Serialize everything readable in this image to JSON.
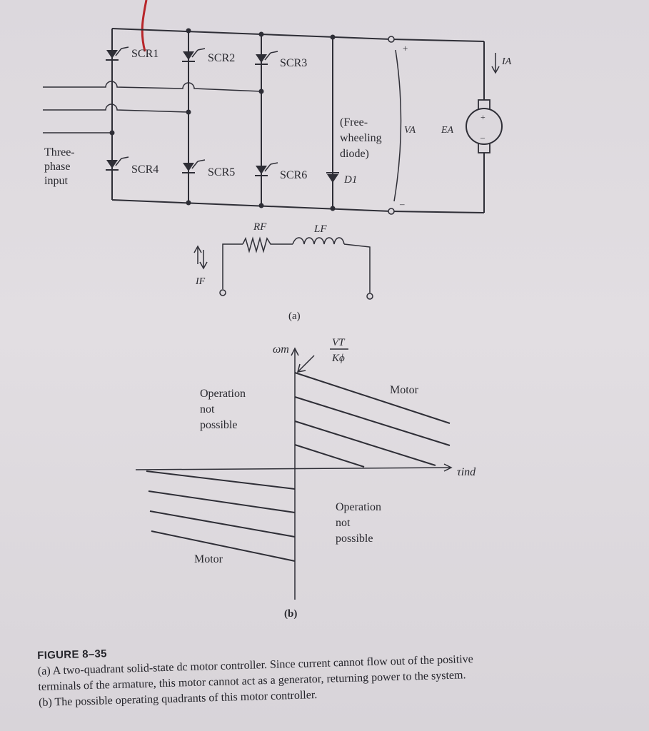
{
  "circuit": {
    "scr_labels": [
      "SCR1",
      "SCR2",
      "SCR3",
      "SCR4",
      "SCR5",
      "SCR6"
    ],
    "input_label": [
      "Three-",
      "phase",
      "input"
    ],
    "freewheel_label": [
      "(Free-",
      "wheeling",
      "diode)"
    ],
    "diode_label": "D1",
    "armature_voltage": "VA",
    "emf": "EA",
    "armature_current": "IA",
    "plus": "+",
    "minus": "–",
    "field_resistor": "RF",
    "field_inductor": "LF",
    "field_current": "IF",
    "part_label": "(a)"
  },
  "quadrant_plot": {
    "y_axis_label": "ωm",
    "x_axis_label": "τind",
    "intercept_label_num": "VT",
    "intercept_label_den": "Kϕ",
    "q1_label": "Motor",
    "q3_label": "Motor",
    "q2_label": [
      "Operation",
      "not",
      "possible"
    ],
    "q4_label": [
      "Operation",
      "not",
      "possible"
    ],
    "part_label": "(b)"
  },
  "caption": {
    "figure": "FIGURE 8–35",
    "line1": "(a) A two-quadrant solid-state dc motor controller. Since current cannot flow out of the positive",
    "line2": "terminals of the armature, this motor cannot act as a generator, returning power to the system.",
    "line3": "(b) The possible operating quadrants of this motor controller."
  },
  "colors": {
    "ink": "#2e2e36",
    "paper": "#dcd8dd",
    "pen_mark": "#b8262a"
  }
}
